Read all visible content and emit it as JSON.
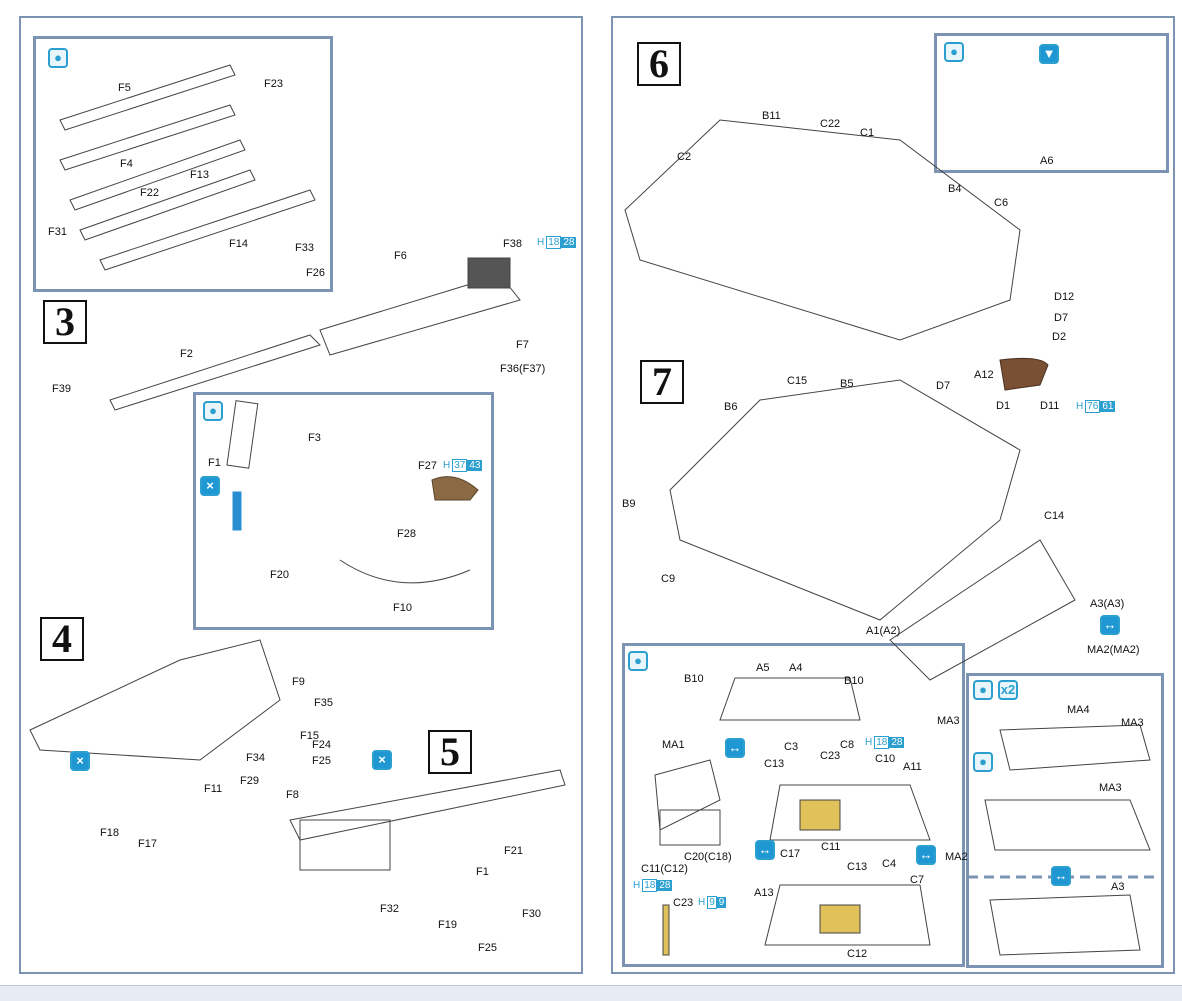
{
  "colors": {
    "frame": "#7d93b4",
    "accent": "#1e97d2",
    "part_brown": "#8a6a45",
    "shell_yellow": "#e1c15a"
  },
  "icons": {
    "glue": "glue-icon",
    "drill": "drill-hole-icon",
    "remove": "remove-part-icon",
    "option": "option-choice-icon",
    "repeat": "repeat-x2-icon",
    "water": "decal-water-icon"
  },
  "steps": {
    "s3": "3",
    "s4": "4",
    "s5": "5",
    "s6": "6",
    "s7": "7"
  },
  "repeat_label": "x2",
  "paint": {
    "f38": {
      "prefix": "H",
      "a": "18",
      "b": "28"
    },
    "f27": {
      "prefix": "H",
      "a": "37",
      "b": "43"
    },
    "d11": {
      "prefix": "H",
      "a": "76",
      "b": "61"
    },
    "c8": {
      "prefix": "H",
      "a": "18",
      "b": "28"
    },
    "shell": {
      "prefix": "H",
      "a": "18",
      "b": "28"
    },
    "c23": {
      "prefix": "H",
      "a": "9",
      "b": "9"
    }
  },
  "labels": [
    "F5",
    "F23",
    "F4",
    "F22",
    "F13",
    "F31",
    "F14",
    "F33",
    "F26",
    "F6",
    "F38",
    "F7",
    "F2",
    "F36(F37)",
    "F39",
    "F3",
    "F1",
    "F27",
    "F28",
    "F20",
    "F10",
    "F9",
    "F35",
    "F15",
    "F24",
    "F34",
    "F25",
    "F29",
    "F8",
    "F11",
    "F18",
    "F17",
    "F21",
    "F1",
    "F32",
    "F30",
    "F19",
    "F25",
    "B11",
    "C22",
    "C1",
    "C2",
    "B4",
    "C6",
    "A6",
    "D12",
    "D7",
    "D2",
    "D7",
    "A12",
    "D1",
    "D11",
    "C15",
    "B5",
    "B6",
    "B9",
    "C14",
    "C9",
    "A3(A3)",
    "MA2(MA2)",
    "A1(A2)",
    "B10",
    "A5",
    "A4",
    "B10",
    "MA1",
    "C3",
    "C8",
    "C23",
    "C13",
    "C10",
    "A11",
    "C11",
    "C20(C18)",
    "C11(C12)",
    "C23",
    "C17",
    "C13",
    "C4",
    "A13",
    "C7",
    "C12",
    "MA4",
    "MA3",
    "MA3",
    "MA3",
    "MA2",
    "A3"
  ]
}
